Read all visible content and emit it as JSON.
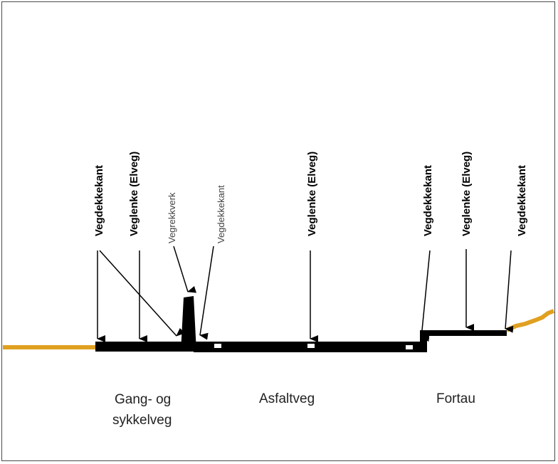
{
  "labels": {
    "vegdekkekant_1": "Vegdekkekant",
    "veglenke_1": "Veglenke (Elveg)",
    "vegrekkverk": "Vegrekkverk",
    "vegdekkekant_2": "Vegdekkekant",
    "veglenke_2": "Veglenke (Elveg)",
    "vegdekkekant_3": "Vegdekkekant",
    "veglenke_3": "Veglenke (Elveg)",
    "vegdekkekant_4": "Vegdekkekant"
  },
  "sections": {
    "gang_line1": "Gang- og",
    "gang_line2": "sykkelveg",
    "asfaltveg": "Asfaltveg",
    "fortau": "Fortau"
  },
  "colors": {
    "terrain": "#e0a020",
    "road": "#000000"
  }
}
